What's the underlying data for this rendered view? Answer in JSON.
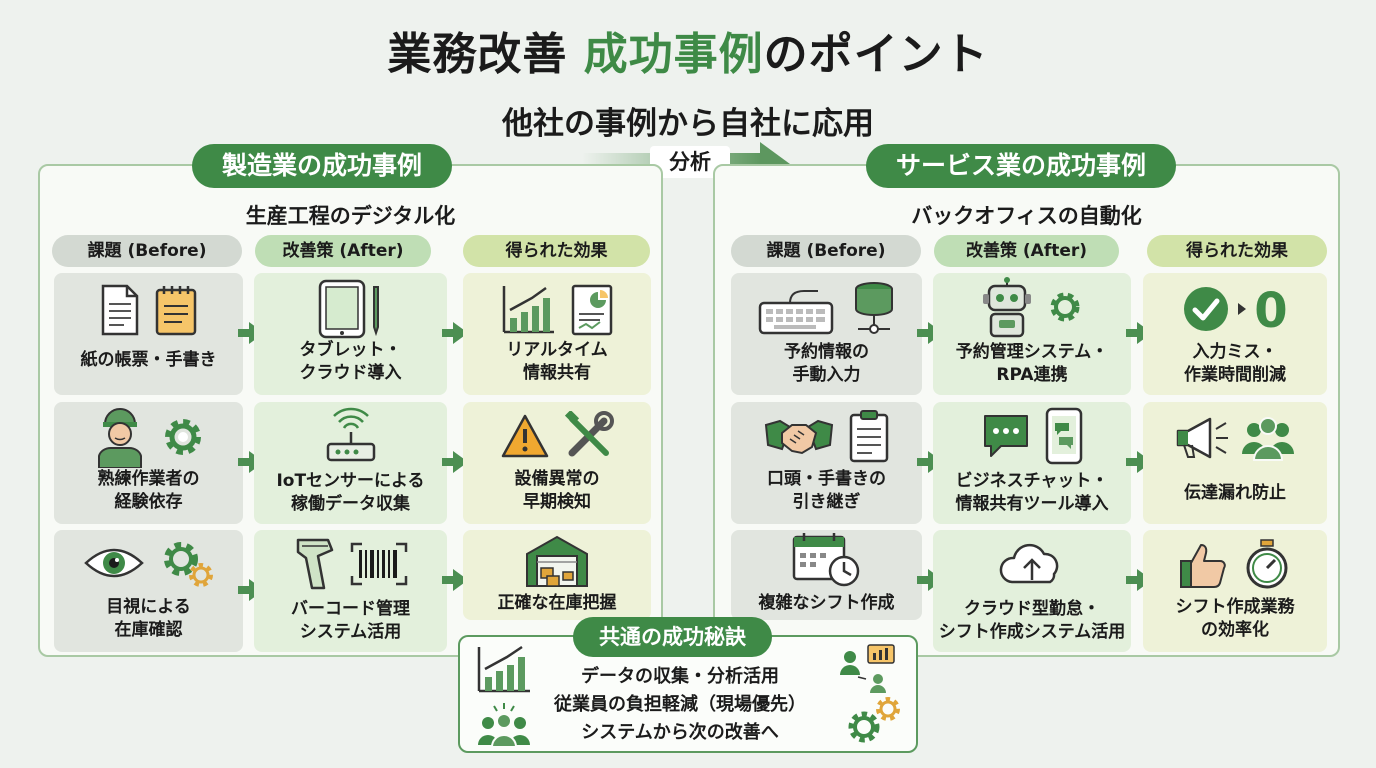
{
  "title": {
    "part1": "業務改善 ",
    "highlight": "成功事例",
    "part2": "のポイント"
  },
  "subtitle": "他社の事例から自社に応用",
  "analyze_label": "分析",
  "column_headers": {
    "before": "課題 (Before)",
    "after": "改善策 (After)",
    "effect": "得られた効果"
  },
  "manufacturing": {
    "title": "製造業の成功事例",
    "subtitle": "生産工程のデジタル化",
    "rows": [
      {
        "before": "紙の帳票・手書き",
        "after": "タブレット・\nクラウド導入",
        "effect": "リアルタイム\n情報共有"
      },
      {
        "before": "熟練作業者の\n経験依存",
        "after": "IoTセンサーによる\n稼働データ収集",
        "effect": "設備異常の\n早期検知"
      },
      {
        "before": "目視による\n在庫確認",
        "after": "バーコード管理\nシステム活用",
        "effect": "正確な在庫把握"
      }
    ]
  },
  "service": {
    "title": "サービス業の成功事例",
    "subtitle": "バックオフィスの自動化",
    "rows": [
      {
        "before": "予約情報の\n手動入力",
        "after": "予約管理システム・\nRPA連携",
        "effect": "入力ミス・\n作業時間削減"
      },
      {
        "before": "口頭・手書きの\n引き継ぎ",
        "after": "ビジネスチャット・\n情報共有ツール導入",
        "effect": "伝達漏れ防止"
      },
      {
        "before": "複雑なシフト作成",
        "after": "クラウド型勤怠・\nシフト作成システム活用",
        "effect": "シフト作成業務\nの効率化"
      }
    ]
  },
  "common_secret": {
    "title": "共通の成功秘訣",
    "items": [
      "データの収集・分析活用",
      "従業員の負担軽減（現場優先）",
      "システムから次の改善へ"
    ]
  },
  "zero_text": "0",
  "colors": {
    "accent": "#3f8a47",
    "panel_border": "#a9c9a4",
    "background": "#eef2ee"
  }
}
